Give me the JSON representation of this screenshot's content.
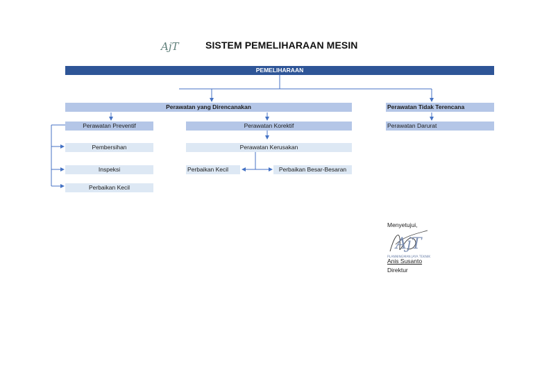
{
  "header": {
    "logo_text": "AjT",
    "title": "SISTEM PEMELIHARAAN MESIN"
  },
  "diagram": {
    "root": "PEMELIHARAAN",
    "planned": "Perawatan yang Direncanakan",
    "unplanned": "Perawatan Tidak Terencana",
    "preventive": "Perawatan Preventif",
    "corrective": "Perawatan Korektif",
    "emergency": "Perawatan Darurat",
    "preventive_items": [
      "Pembersihan",
      "Inspeksi",
      "Perbaikan Kecil"
    ],
    "damage_care": "Perawatan Kerusakan",
    "minor_repair": "Perbaikan Kecil",
    "major_repair": "Perbaikan Besar-Besaran"
  },
  "signature": {
    "approved_label": "Menyetujui,",
    "stamp_logo": "AjT",
    "stamp_text": "PLANNINGMAN JAYA TEKNIK",
    "name": "Anis Susanto",
    "role": "Direktur"
  },
  "colors": {
    "header_bar": "#2e5597",
    "mid_bar": "#b4c6e7",
    "light_bar": "#dde8f4",
    "connector": "#4472c4"
  }
}
